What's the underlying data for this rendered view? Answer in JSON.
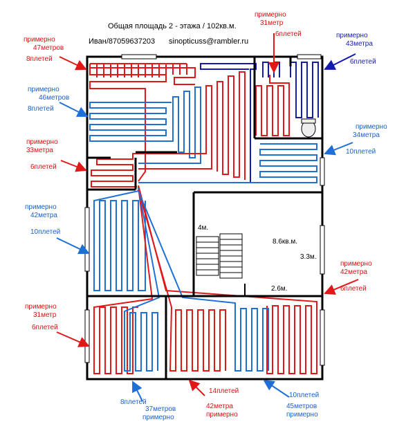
{
  "header": {
    "title": "Общая площадь 2 - этажа / 102кв.м.",
    "name_phone": "Иван/87059637203",
    "email": "sinopticuss@rambler.ru"
  },
  "colors": {
    "hot": "#e01818",
    "cold": "#1e6fd8",
    "cold_dark": "#141ab0",
    "wall": "#000000",
    "background": "#ffffff"
  },
  "loops": [
    {
      "id": "top-left",
      "color": "red",
      "l1": "примерно",
      "l2": "47метров",
      "l3": "8плетей"
    },
    {
      "id": "top-center",
      "color": "red",
      "l1": "примерно",
      "l2": "31метр",
      "l3": "6плетей"
    },
    {
      "id": "top-right",
      "color": "navy",
      "l1": "примерно",
      "l2": "43метра",
      "l3": "6плетей"
    },
    {
      "id": "left-2",
      "color": "blue",
      "l1": "примерно",
      "l2": "46метров",
      "l3": "8плетей"
    },
    {
      "id": "right-2",
      "color": "blue",
      "l1": "примерно",
      "l2": "34метра",
      "l3": "10плетей"
    },
    {
      "id": "left-3",
      "color": "red",
      "l1": "примерно",
      "l2": "33метра",
      "l3": "6плетей"
    },
    {
      "id": "left-4",
      "color": "blue",
      "l1": "примерно",
      "l2": "42метра",
      "l3": "10плетей"
    },
    {
      "id": "right-3",
      "color": "red",
      "l1": "примерно",
      "l2": "42метра",
      "l3": "6плетей"
    },
    {
      "id": "left-5",
      "color": "red",
      "l1": "примерно",
      "l2": "31метр",
      "l3": "6плетей"
    },
    {
      "id": "bottom-1",
      "color": "blue",
      "l1": "8плетей",
      "l2": "37метров",
      "l3": "примерно"
    },
    {
      "id": "bottom-2",
      "color": "red",
      "l1": "14плетей",
      "l2": "42метра",
      "l3": "примерно"
    },
    {
      "id": "bottom-3",
      "color": "blue",
      "l1": "10плетей",
      "l2": "45метров",
      "l3": "примерно"
    }
  ],
  "room": {
    "area": "8.6кв.м.",
    "dim_left": "4м.",
    "dim_right": "3.3м.",
    "dim_bottom": "2.6м."
  }
}
